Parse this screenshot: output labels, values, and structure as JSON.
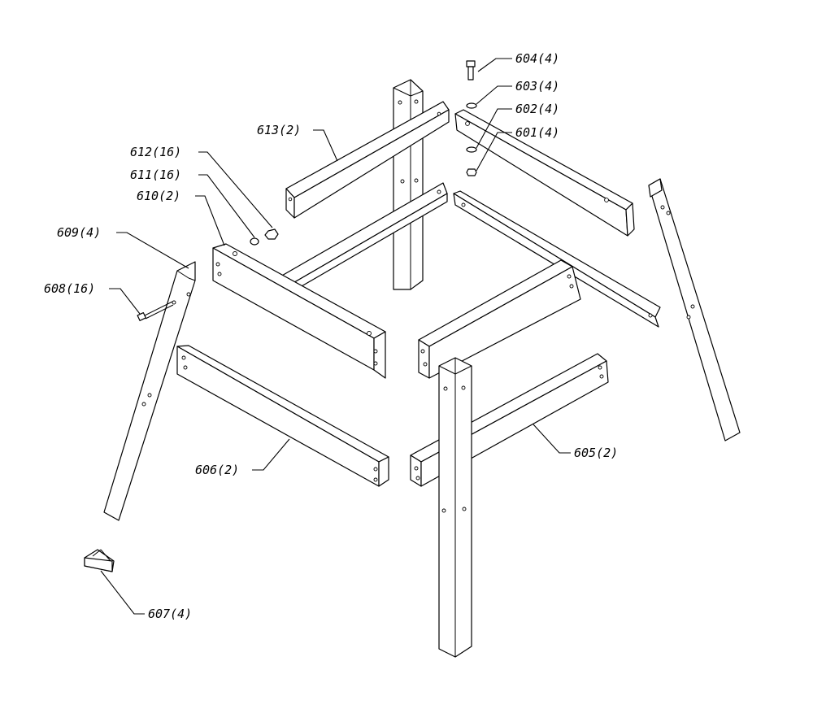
{
  "callouts": [
    {
      "id": "604",
      "label": "604(4)"
    },
    {
      "id": "603",
      "label": "603(4)"
    },
    {
      "id": "602",
      "label": "602(4)"
    },
    {
      "id": "601",
      "label": "601(4)"
    },
    {
      "id": "613",
      "label": "613(2)"
    },
    {
      "id": "612",
      "label": "612(16)"
    },
    {
      "id": "611",
      "label": "611(16)"
    },
    {
      "id": "610",
      "label": "610(2)"
    },
    {
      "id": "609",
      "label": "609(4)"
    },
    {
      "id": "608",
      "label": "608(16)"
    },
    {
      "id": "606",
      "label": "606(2)"
    },
    {
      "id": "605",
      "label": "605(2)"
    },
    {
      "id": "607",
      "label": "607(4)"
    }
  ]
}
